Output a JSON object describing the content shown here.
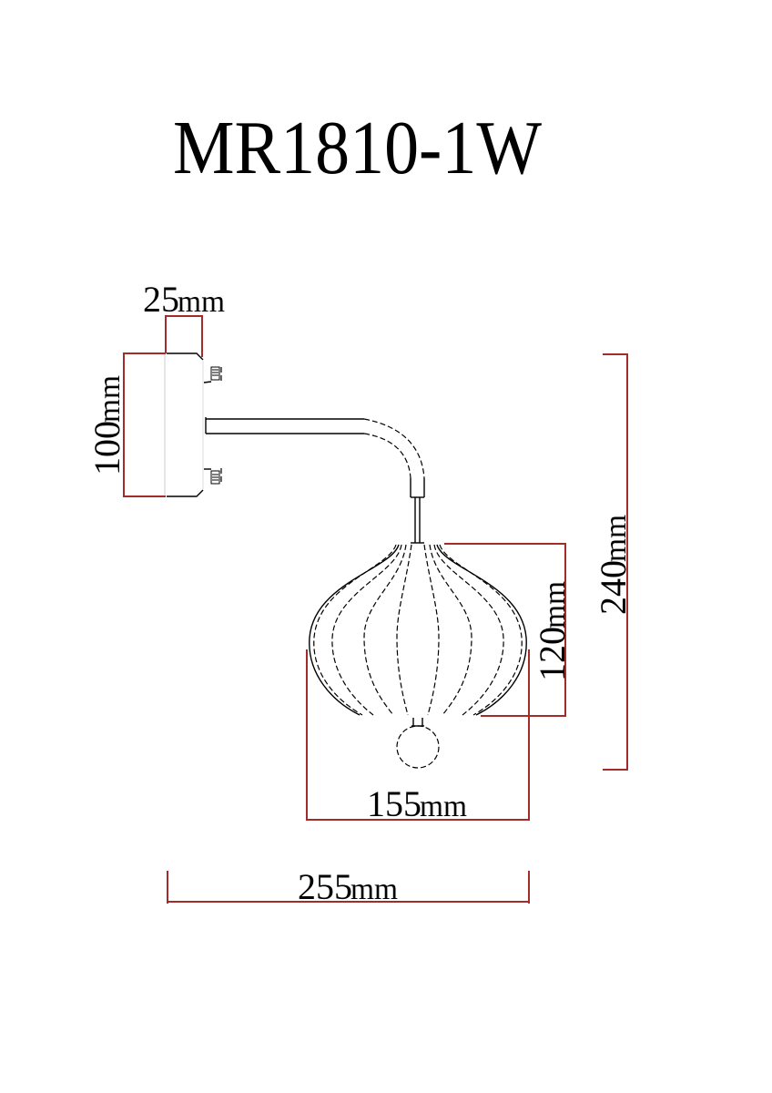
{
  "title": "MR1810-1W",
  "colors": {
    "dimension_line": "#a52a2a",
    "drawing_line": "#000000",
    "background": "#ffffff"
  },
  "dimensions": {
    "plate_depth": {
      "value": "25",
      "unit": "mm"
    },
    "plate_height": {
      "value": "100",
      "unit": "mm"
    },
    "total_height": {
      "value": "240",
      "unit": "mm"
    },
    "shade_height": {
      "value": "120",
      "unit": "mm"
    },
    "shade_width": {
      "value": "155",
      "unit": "mm"
    },
    "total_projection": {
      "value": "255",
      "unit": "mm"
    }
  }
}
